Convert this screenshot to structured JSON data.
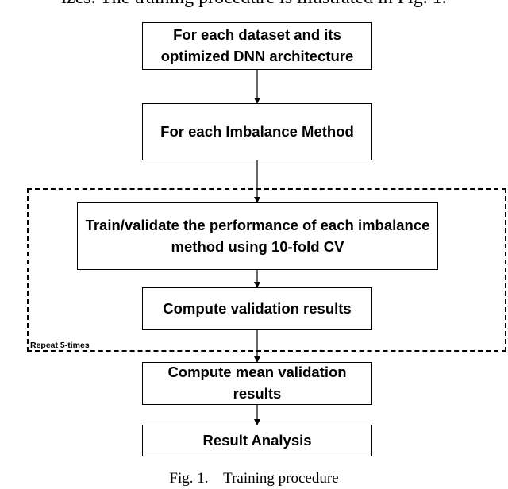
{
  "header_text": "izes. The training procedure is illustrated in Fig. 1.",
  "nodes": {
    "dataset": "For each dataset and its\noptimized DNN architecture",
    "imbalance_method": "For each Imbalance Method",
    "train_validate": "Train/validate the performance of each imbalance\nmethod using 10-fold CV",
    "compute_validation": "Compute validation results",
    "compute_mean": "Compute mean validation\nresults",
    "result_analysis": "Result Analysis"
  },
  "repeat_label": "Repeat 5-times",
  "caption": "Fig. 1.    Training procedure"
}
